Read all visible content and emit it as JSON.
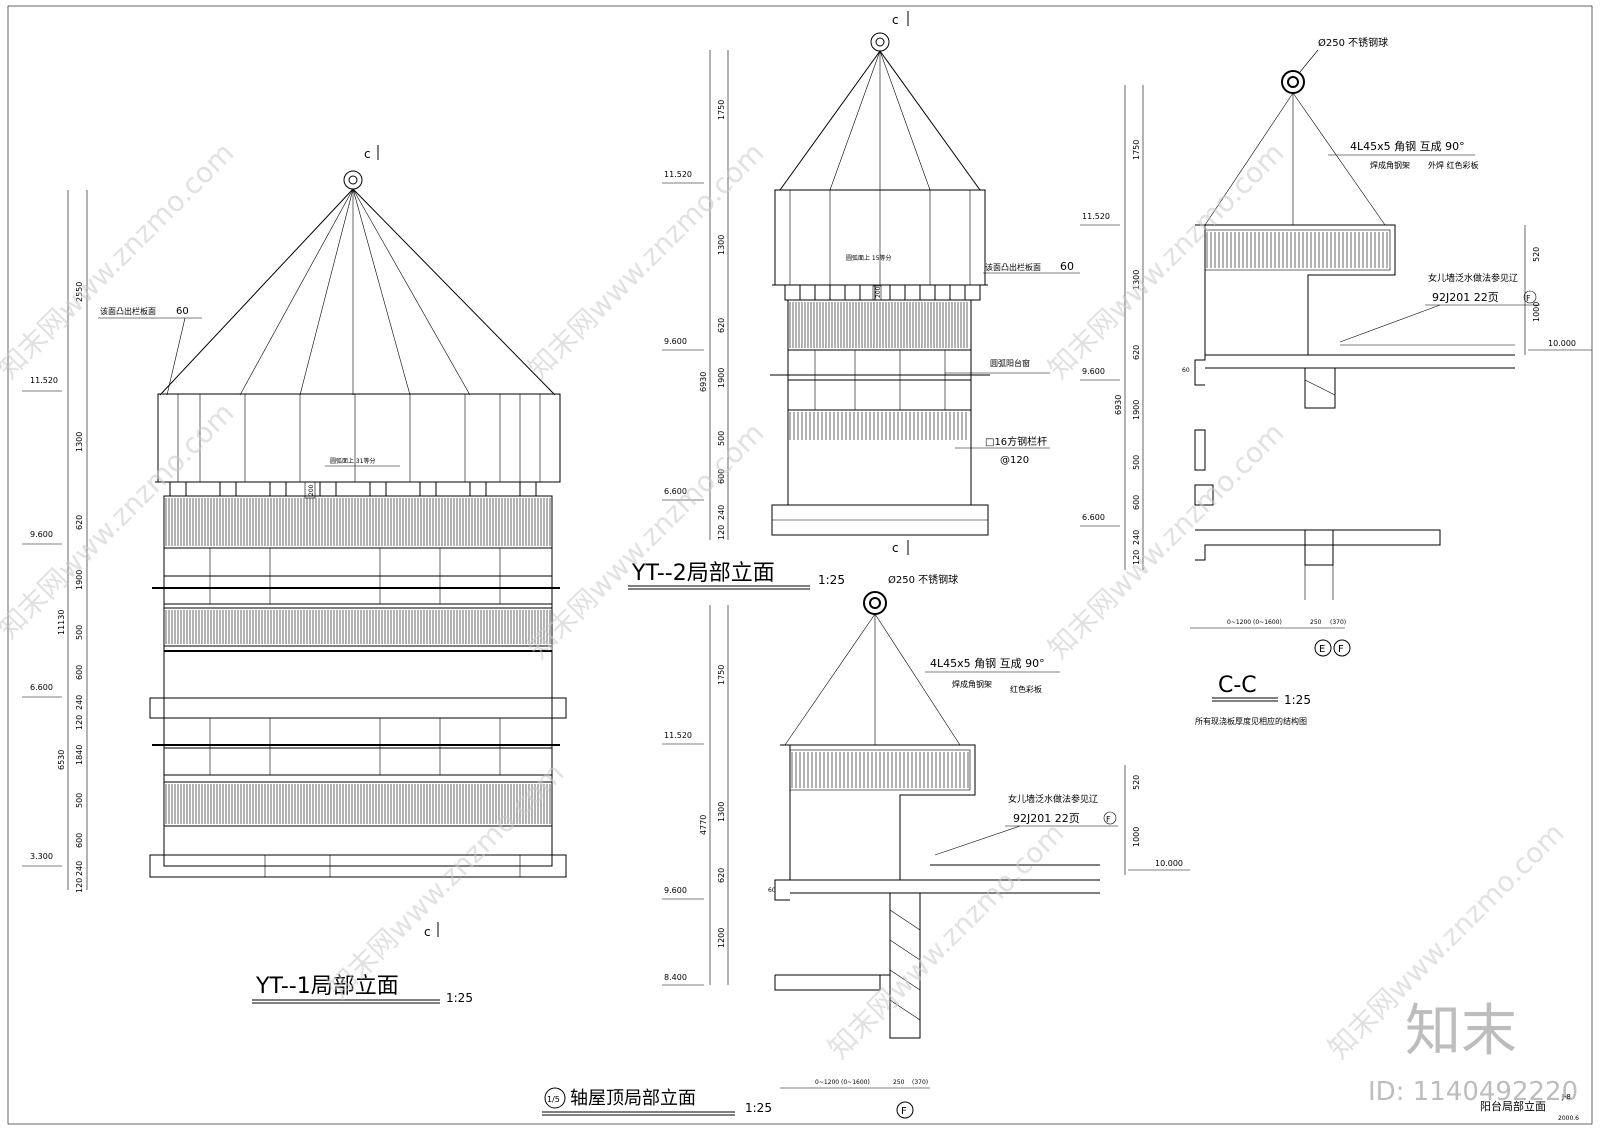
{
  "sheet": {
    "brand": "知末",
    "id_label": "ID: 1140492220",
    "watermark": "知末网www.znzmo.com",
    "sheet_title": "阳台局部立面",
    "sheet_no": "J-8",
    "date": "2000.6"
  },
  "yt1": {
    "title": "YT--1局部立面",
    "scale": "1:25",
    "section_mark": "c",
    "levels": [
      "11.520",
      "9.600",
      "6.600",
      "3.300"
    ],
    "dims_outer": [
      "11130",
      "6530"
    ],
    "dims_inner": [
      "2550",
      "1300",
      "620",
      "1900",
      "500",
      "600",
      "240",
      "120",
      "1840",
      "500",
      "600",
      "240",
      "120"
    ],
    "note_panel": "该面凸出栏板面",
    "note_panel_val": "60",
    "note_arc": "圆弧面上  31等分",
    "dim_200": "200"
  },
  "yt2": {
    "title": "YT--2局部立面",
    "scale": "1:25",
    "section_mark": "c",
    "levels": [
      "11.520",
      "9.600",
      "6.600"
    ],
    "dims_outer": [
      "6930"
    ],
    "dims_inner": [
      "1750",
      "1300",
      "620",
      "1900",
      "500",
      "600",
      "240",
      "120"
    ],
    "note_panel": "该面凸出栏板面",
    "note_panel_val": "60",
    "note_arc": "圆弧面上  15等分",
    "dim_200": "200",
    "note_window": "圆弧阳台窗",
    "note_rail": "□16方钢栏杆",
    "note_rail_sp": "@120"
  },
  "roof": {
    "title": "轴屋顶局部立面",
    "axis": "1/5",
    "scale": "1:25",
    "ball": "Ø250 不锈钢球",
    "steel": "4L45x5  角钢  互成 90°",
    "steel2": "焊成角钢架",
    "panel": "红色彩板",
    "parapet": "女儿墙泛水做法参见辽",
    "parapet_ref": "92J201  22页",
    "axis_f": "F",
    "levels": [
      "11.520",
      "9.600",
      "8.400",
      "10.000"
    ],
    "dims_outer": [
      "4770"
    ],
    "dims_inner": [
      "1750",
      "1300",
      "620",
      "1200",
      "520",
      "1000"
    ],
    "bottom_dims": [
      "0~1200 (0~1600)",
      "250",
      "(370)"
    ],
    "dim_60": "60"
  },
  "cc": {
    "title": "C-C",
    "scale": "1:25",
    "note": "所有现浇板厚度见相应的结构图",
    "ball": "Ø250 不锈钢球",
    "steel": "4L45x5  角钢  互成 90°",
    "steel2": "焊成角钢架",
    "panel": "外焊  红色彩板",
    "parapet": "女儿墙泛水做法参见辽",
    "parapet_ref": "92J201  22页",
    "axis_e": "E",
    "axis_f": "F",
    "levels": [
      "11.520",
      "9.600",
      "6.600",
      "10.000"
    ],
    "dims_outer": [
      "6930"
    ],
    "dims_inner": [
      "1750",
      "1300",
      "620",
      "1900",
      "500",
      "600",
      "240",
      "120",
      "520",
      "1000"
    ],
    "bottom_dims": [
      "0~1200 (0~1600)",
      "250",
      "(370)"
    ],
    "dim_60": "60"
  }
}
